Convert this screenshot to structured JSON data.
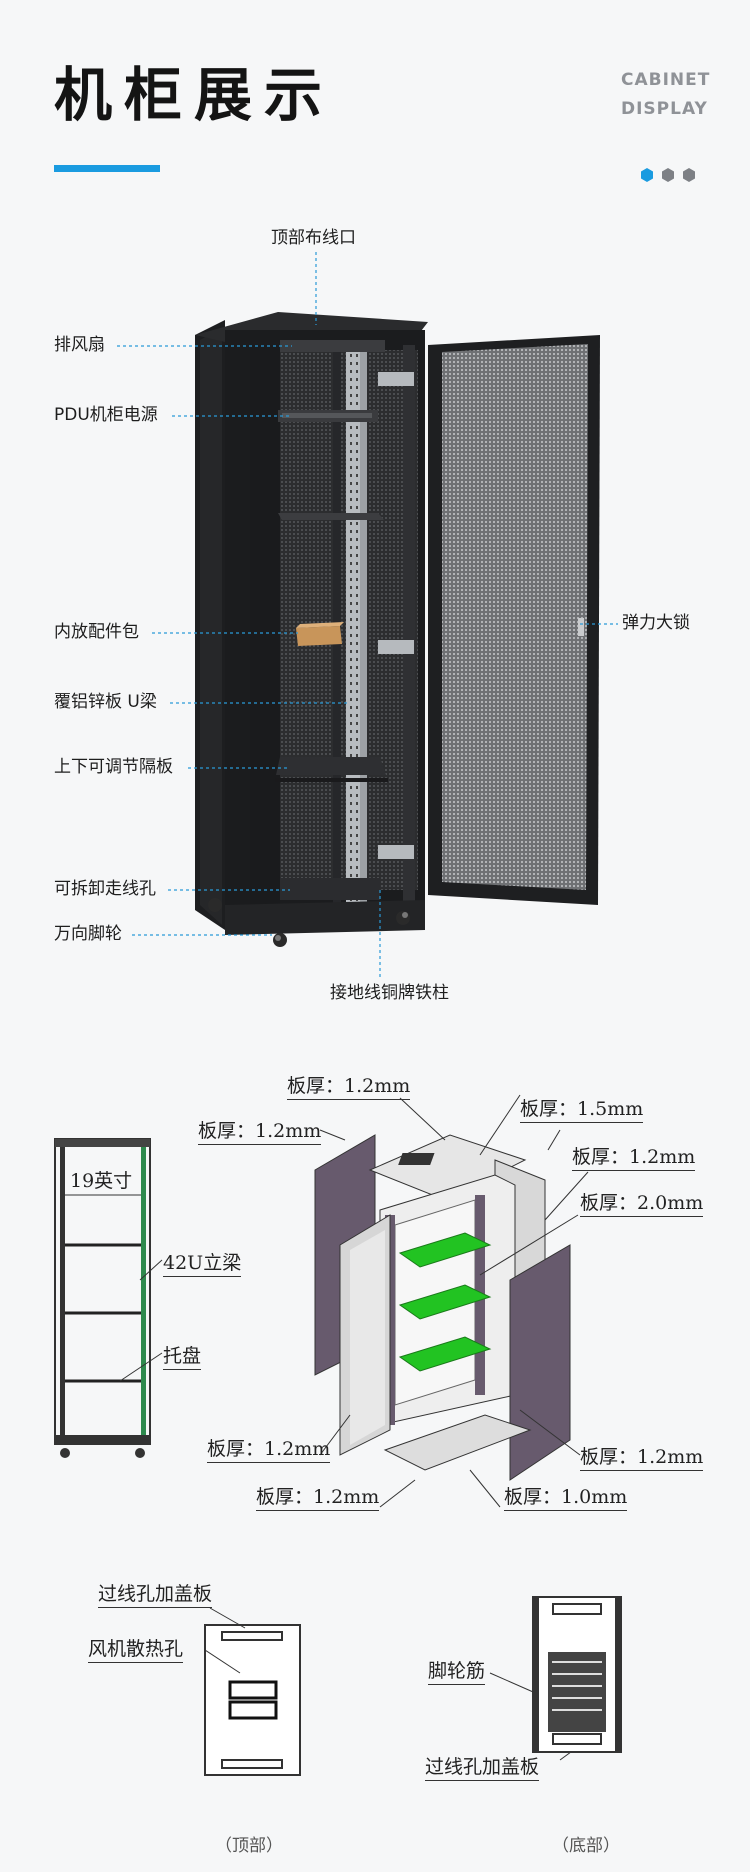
{
  "header": {
    "title": "机柜展示",
    "en_line1": "CABINET",
    "en_line2": "DISPLAY",
    "accent": "#1a9be0",
    "dot_colors": [
      "#1a9be0",
      "#7d8085",
      "#7d8085"
    ]
  },
  "callouts": {
    "top_cable_port": "顶部布线口",
    "exhaust_fan": "排风扇",
    "pdu": "PDU机柜电源",
    "accessory_pack": "内放配件包",
    "u_beam": "覆铝锌板 U梁",
    "shelf": "上下可调节隔板",
    "cable_hole": "可拆卸走线孔",
    "casters": "万向脚轮",
    "lock": "弹力大锁",
    "ground_bar": "接地线铜牌铁柱"
  },
  "front_view": {
    "width": "19英寸",
    "post": "42U立梁",
    "tray": "托盘"
  },
  "exploded": {
    "top": "板厚：1.5mm",
    "left_side_top": "板厚：1.2mm",
    "door_top": "板厚：1.2mm",
    "right_side_top": "板厚：1.2mm",
    "frame": "板厚：2.0mm",
    "left_door": "板厚：1.2mm",
    "right_door": "板厚：1.2mm",
    "bottom_left": "板厚：1.2mm",
    "bottom_right": "板厚：1.0mm"
  },
  "top_bottom": {
    "top_cover": "过线孔加盖板",
    "fan_holes": "风机散热孔",
    "top_caption": "（顶部）",
    "caster_rib": "脚轮筋",
    "bottom_cover": "过线孔加盖板",
    "bottom_caption": "（底部）"
  }
}
